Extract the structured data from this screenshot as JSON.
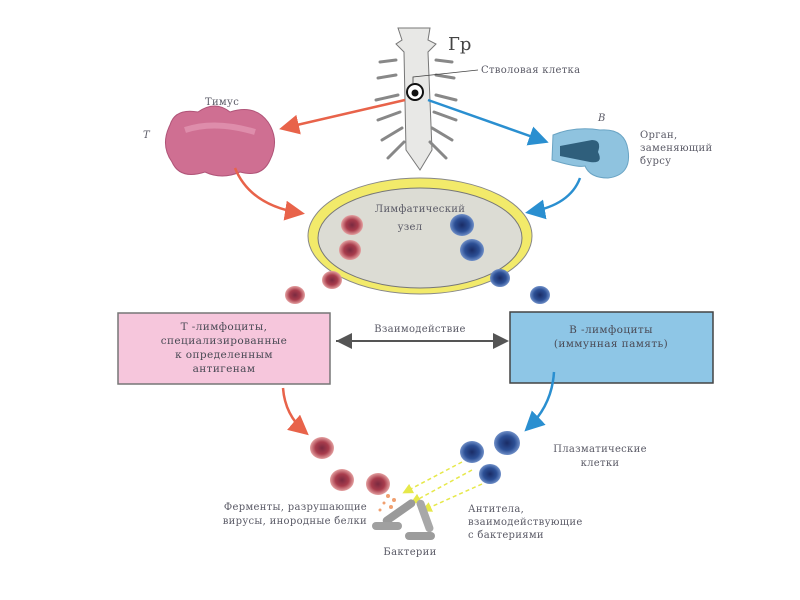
{
  "labels": {
    "gr": "Гр",
    "stem_cell": "Стволовая клетка",
    "thymus": "Тимус",
    "t_letter": "T",
    "b_letter": "B",
    "bursa_organ": [
      "Орган,",
      "заменяющий",
      "бурсу"
    ],
    "lymph_node": [
      "Лимфатический",
      "узел"
    ],
    "interaction": "Взаимодействие",
    "plasma_cells": [
      "Плазматические",
      "клетки"
    ],
    "enzymes": [
      "Ферменты, разрушающие",
      "вирусы, инородные белки"
    ],
    "antibodies": [
      "Антитела,",
      "взаимодействующие",
      "с бактериями"
    ],
    "bacteria": "Бактерии"
  },
  "t_box": {
    "lines": [
      "T -лимфоциты,",
      "специализированные",
      "к определенным",
      "антигенам"
    ]
  },
  "b_box": {
    "lines": [
      "B -лимфоциты",
      "(иммунная память)"
    ]
  },
  "colors": {
    "t_path": "#e8634a",
    "b_path": "#2a8fd0",
    "t_box_fill": "#f6c6dc",
    "b_box_fill": "#8ec6e6",
    "node_ring": "#f2ea6a",
    "red_cell": "#c0505a",
    "blue_cell": "#2c4f95"
  }
}
